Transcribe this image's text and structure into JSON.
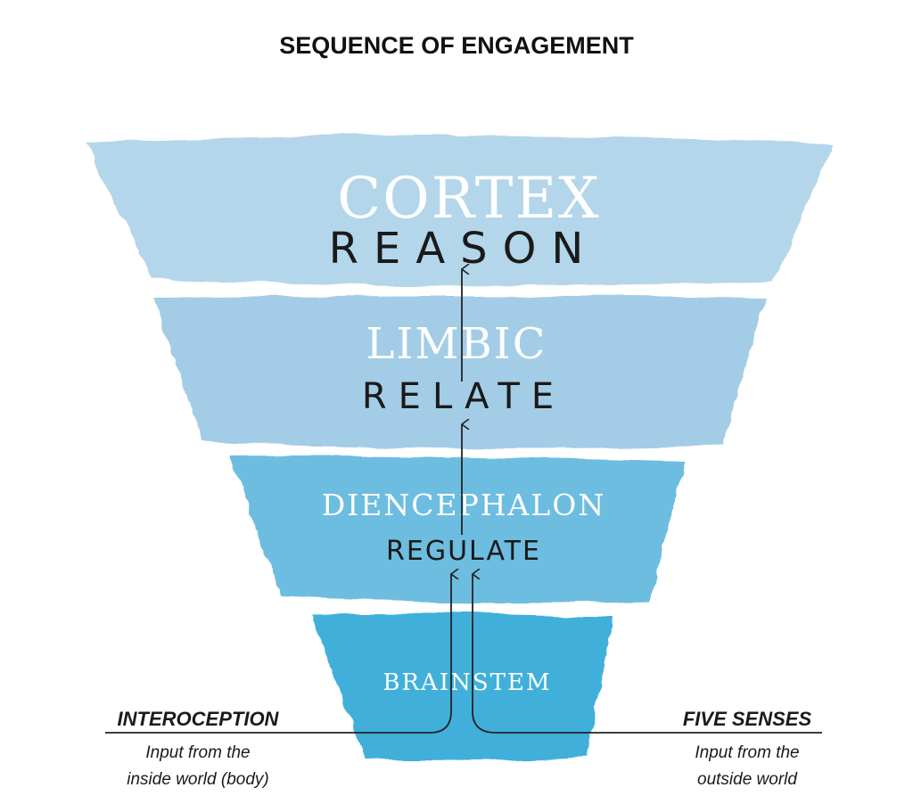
{
  "title": "SEQUENCE OF ENGAGEMENT",
  "layers": [
    {
      "region": "CORTEX",
      "function": "REASON",
      "color": "#b4d6ea"
    },
    {
      "region": "LIMBIC",
      "function": "RELATE",
      "color": "#a3cce6"
    },
    {
      "region": "DIENCEPHALON",
      "function": "REGULATE",
      "color": "#6dbde0"
    },
    {
      "region": "BRAINSTEM",
      "function": "",
      "color": "#3fb0da"
    }
  ],
  "left_input": {
    "heading": "INTEROCEPTION",
    "line1": "Input from the",
    "line2": "inside world (body)"
  },
  "right_input": {
    "heading": "FIVE SENSES",
    "line1": "Input from the",
    "line2": "outside world"
  },
  "colors": {
    "line": "#222222",
    "text_dark": "#1a1a1a",
    "region_text": "#ffffff"
  }
}
